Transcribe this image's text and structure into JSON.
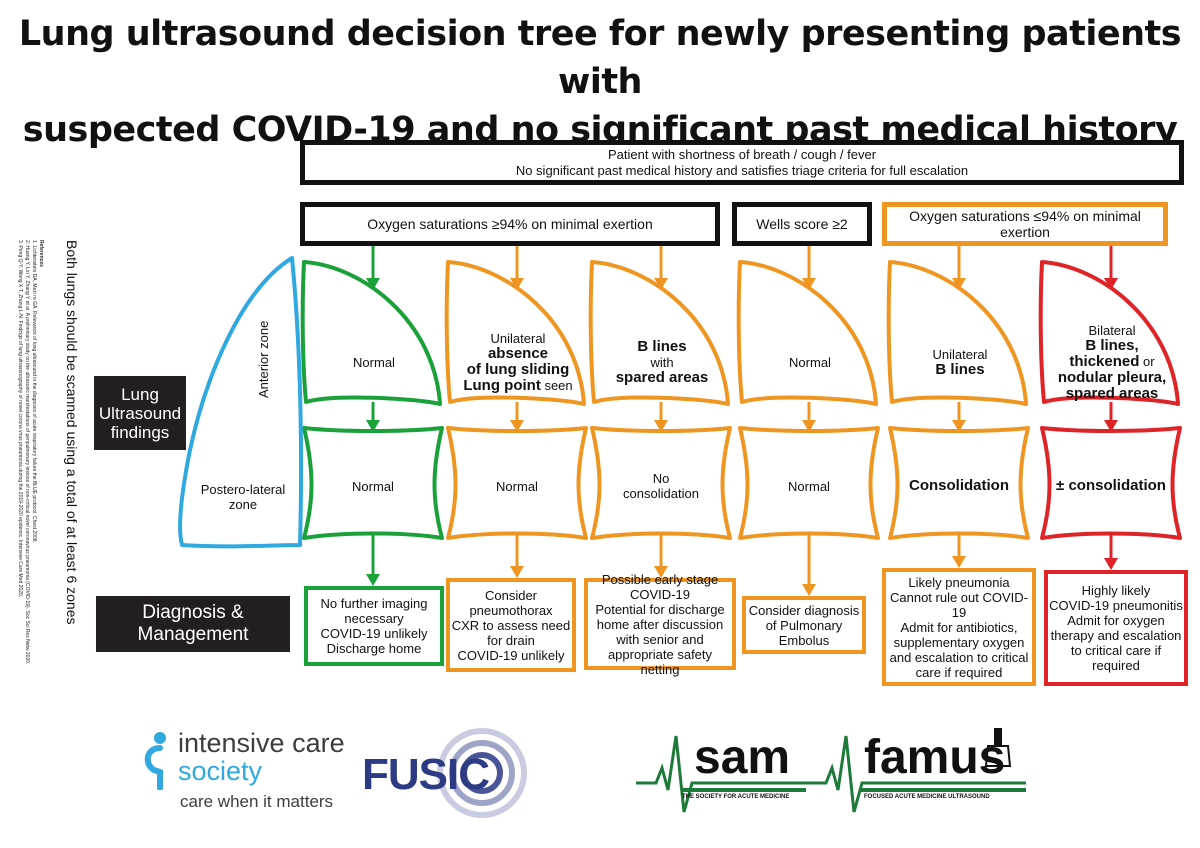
{
  "title": {
    "line1": "Lung ultrasound decision tree for newly presenting patients with",
    "line2": "suspected COVID-19 and no significant past medical history"
  },
  "top_box": {
    "line1": "Patient with shortness of breath / cough / fever",
    "line2": "No significant past medical history and satisfies triage criteria for full escalation"
  },
  "criteria": {
    "sat_high": "Oxygen saturations ≥94% on minimal exertion",
    "wells": "Wells score ≥2",
    "sat_low": "Oxygen saturations ≤94% on minimal exertion"
  },
  "side_labels": {
    "findings": [
      "Lung",
      "Ultrasound",
      "findings"
    ],
    "diagnosis": [
      "Diagnosis &",
      "Management"
    ]
  },
  "lung_diagram": {
    "anterior": "Anterior zone",
    "posterolateral": [
      "Postero-lateral",
      "zone"
    ]
  },
  "vertical_note": "Both lungs should be scanned using a total of at least 6 zones",
  "references": [
    "References",
    "1. Lichtenstein DA, Mezi re GA. Relevance of lung ultrasound in the diagnosis of acute respiratory failure the BLUE protocol. Chest 2008.",
    "2. Huang Y, Lin Y, Zhang Y et al. A preliminary study on the ultrasonic manifestations of peripulmonary lesions of non-critical novel coronavirus pneumonia (COVID-19). Soc Sci Res Netw 2020.",
    "3. Peng Q-Y, Wang X-T, Zhang L-N. Findings of lung ultrasonography of novel corona virus pneumonia during the 2019-2020 epidemic. Intensive Care Med 2020."
  ],
  "columns": [
    {
      "anterior": [
        {
          "t": "Normal",
          "b": false
        }
      ],
      "posterior": [
        {
          "t": "Normal",
          "b": false
        }
      ],
      "management": [
        "No further imaging",
        "necessary",
        "COVID-19 unlikely",
        "Discharge home"
      ]
    },
    {
      "anterior": [
        {
          "t": "Unilateral",
          "b": false
        },
        {
          "t": "absence",
          "b": true
        },
        {
          "t": "of lung sliding",
          "b": true
        },
        {
          "t": "Lung point",
          "b": true,
          "suffix": " seen"
        }
      ],
      "posterior": [
        {
          "t": "Normal",
          "b": false
        }
      ],
      "management": [
        "Consider",
        "pneumothorax",
        "CXR to assess need",
        "for drain",
        "COVID-19 unlikely"
      ]
    },
    {
      "anterior": [
        {
          "t": "B lines",
          "b": true
        },
        {
          "t": "with",
          "b": false
        },
        {
          "t": "spared areas",
          "b": true
        }
      ],
      "posterior": [
        {
          "t": "No",
          "b": false
        },
        {
          "t": "consolidation",
          "b": false
        }
      ],
      "management": [
        "Possible early stage",
        "COVID-19",
        "Potential for discharge",
        "home after discussion",
        "with senior and",
        "appropriate safety netting"
      ]
    },
    {
      "anterior": [
        {
          "t": "Normal",
          "b": false
        }
      ],
      "posterior": [
        {
          "t": "Normal",
          "b": false
        }
      ],
      "management": [
        "Consider diagnosis",
        "of Pulmonary",
        "Embolus"
      ]
    },
    {
      "anterior": [
        {
          "t": "Unilateral",
          "b": false
        },
        {
          "t": "B lines",
          "b": true
        }
      ],
      "posterior": [
        {
          "t": "Consolidation",
          "b": true
        }
      ],
      "management": [
        "Likely pneumonia",
        "Cannot rule out COVID-19",
        "Admit for antibiotics,",
        "supplementary oxygen",
        "and escalation to critical",
        "care if required"
      ]
    },
    {
      "anterior": [
        {
          "t": "Bilateral",
          "b": false
        },
        {
          "t": "B lines,",
          "b": true
        },
        {
          "t": "thickened",
          "b": true,
          "suffix": " or"
        },
        {
          "t": "nodular pleura,",
          "b": true
        },
        {
          "t": "spared areas",
          "b": true
        }
      ],
      "posterior": [
        {
          "t": "± consolidation",
          "b": true
        }
      ],
      "management": [
        "Highly likely",
        "COVID-19 pneumonitis",
        "Admit for oxygen",
        "therapy and escalation",
        "to critical care if",
        "required"
      ]
    }
  ],
  "logos": {
    "ics": [
      "intensive care",
      "society",
      "care when it matters"
    ],
    "fusic": "FUSIC",
    "sam": "sam",
    "sam_tag": "THE SOCIETY FOR ACUTE MEDICINE",
    "famus": "famus",
    "famus_tag": "FOCUSED ACUTE MEDICINE ULTRASOUND"
  },
  "colors": {
    "green": "#1aa13a",
    "orange": "#ef9622",
    "red": "#de2427",
    "blue": "#2fa9e0",
    "dark": "#231f20"
  }
}
